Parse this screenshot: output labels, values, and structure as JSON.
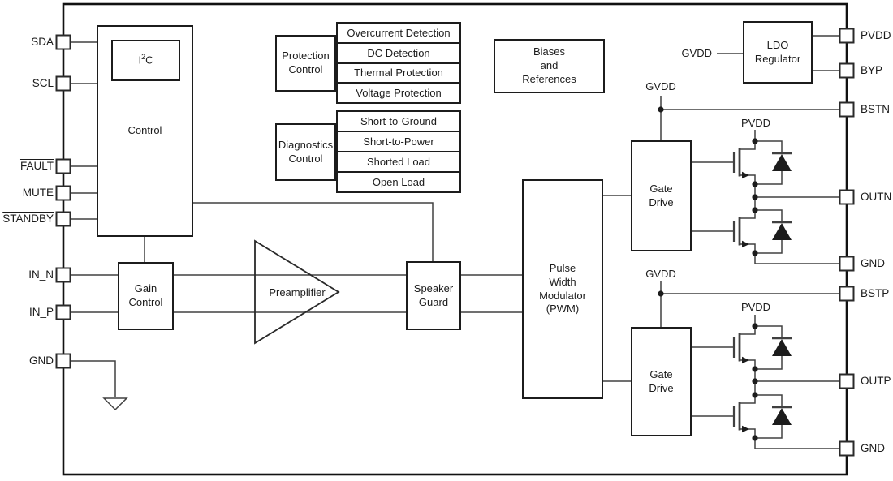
{
  "pins": {
    "left": [
      {
        "name": "SDA"
      },
      {
        "name": "SCL"
      },
      {
        "name": "FAULT"
      },
      {
        "name": "MUTE"
      },
      {
        "name": "STANDBY"
      },
      {
        "name": "IN_N"
      },
      {
        "name": "IN_P"
      },
      {
        "name": "GND"
      }
    ],
    "right": [
      {
        "name": "PVDD"
      },
      {
        "name": "BYP"
      },
      {
        "name": "BSTN"
      },
      {
        "name": "OUTN"
      },
      {
        "name": "GND"
      },
      {
        "name": "BSTP"
      },
      {
        "name": "OUTP"
      },
      {
        "name": "GND"
      }
    ]
  },
  "blocks": {
    "control": "Control",
    "i2c": {
      "pre": "I",
      "sup": "2",
      "post": "C"
    },
    "gain_control": "Gain\nControl",
    "preamplifier": "Preamplifier",
    "speaker_guard": "Speaker\nGuard",
    "pwm": "Pulse\nWidth\nModulator\n(PWM)",
    "gate_drive_top": "Gate\nDrive",
    "gate_drive_bottom": "Gate\nDrive",
    "protection_control": "Protection\nControl",
    "diagnostics_control": "Diagnostics\nControl",
    "biases": "Biases\nand\nReferences",
    "ldo": "LDO\nRegulator"
  },
  "protection_functions": [
    "Overcurrent Detection",
    "DC Detection",
    "Thermal Protection",
    "Voltage Protection"
  ],
  "diagnostic_functions": [
    "Short-to-Ground",
    "Short-to-Power",
    "Shorted Load",
    "Open Load"
  ],
  "net_labels": {
    "gvdd_ldo": "GVDD",
    "gvdd_half_bridge_top": "GVDD",
    "gvdd_half_bridge_bottom": "GVDD",
    "pvdd_half_bridge_top": "PVDD",
    "pvdd_half_bridge_bottom": "PVDD"
  },
  "colors": {
    "background": "#ffffff",
    "block_border": "#1c1c1c",
    "wire": "#404040",
    "text": "#1c1c1c"
  }
}
